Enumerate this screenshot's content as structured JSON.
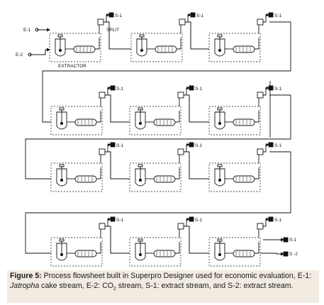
{
  "stream_labels": {
    "e1": "E-1",
    "e2": "E-2",
    "s1": "S-1",
    "s2": "S -2",
    "s1_alt": "S-1"
  },
  "unit_labels": {
    "split": "SPLIT",
    "extractor": "EXTRACTOR"
  },
  "caption": {
    "figure_label": "Figure 5:",
    "text_1": " Process flowsheet built in Superpro Designer used for economic evaluation, E-1: ",
    "italic_word": "Jatropha",
    "text_2": " cake stream, E-2: CO",
    "subscript": "2",
    "text_3": " stream, S-1: extract stream, and S-2: extract stream."
  }
}
